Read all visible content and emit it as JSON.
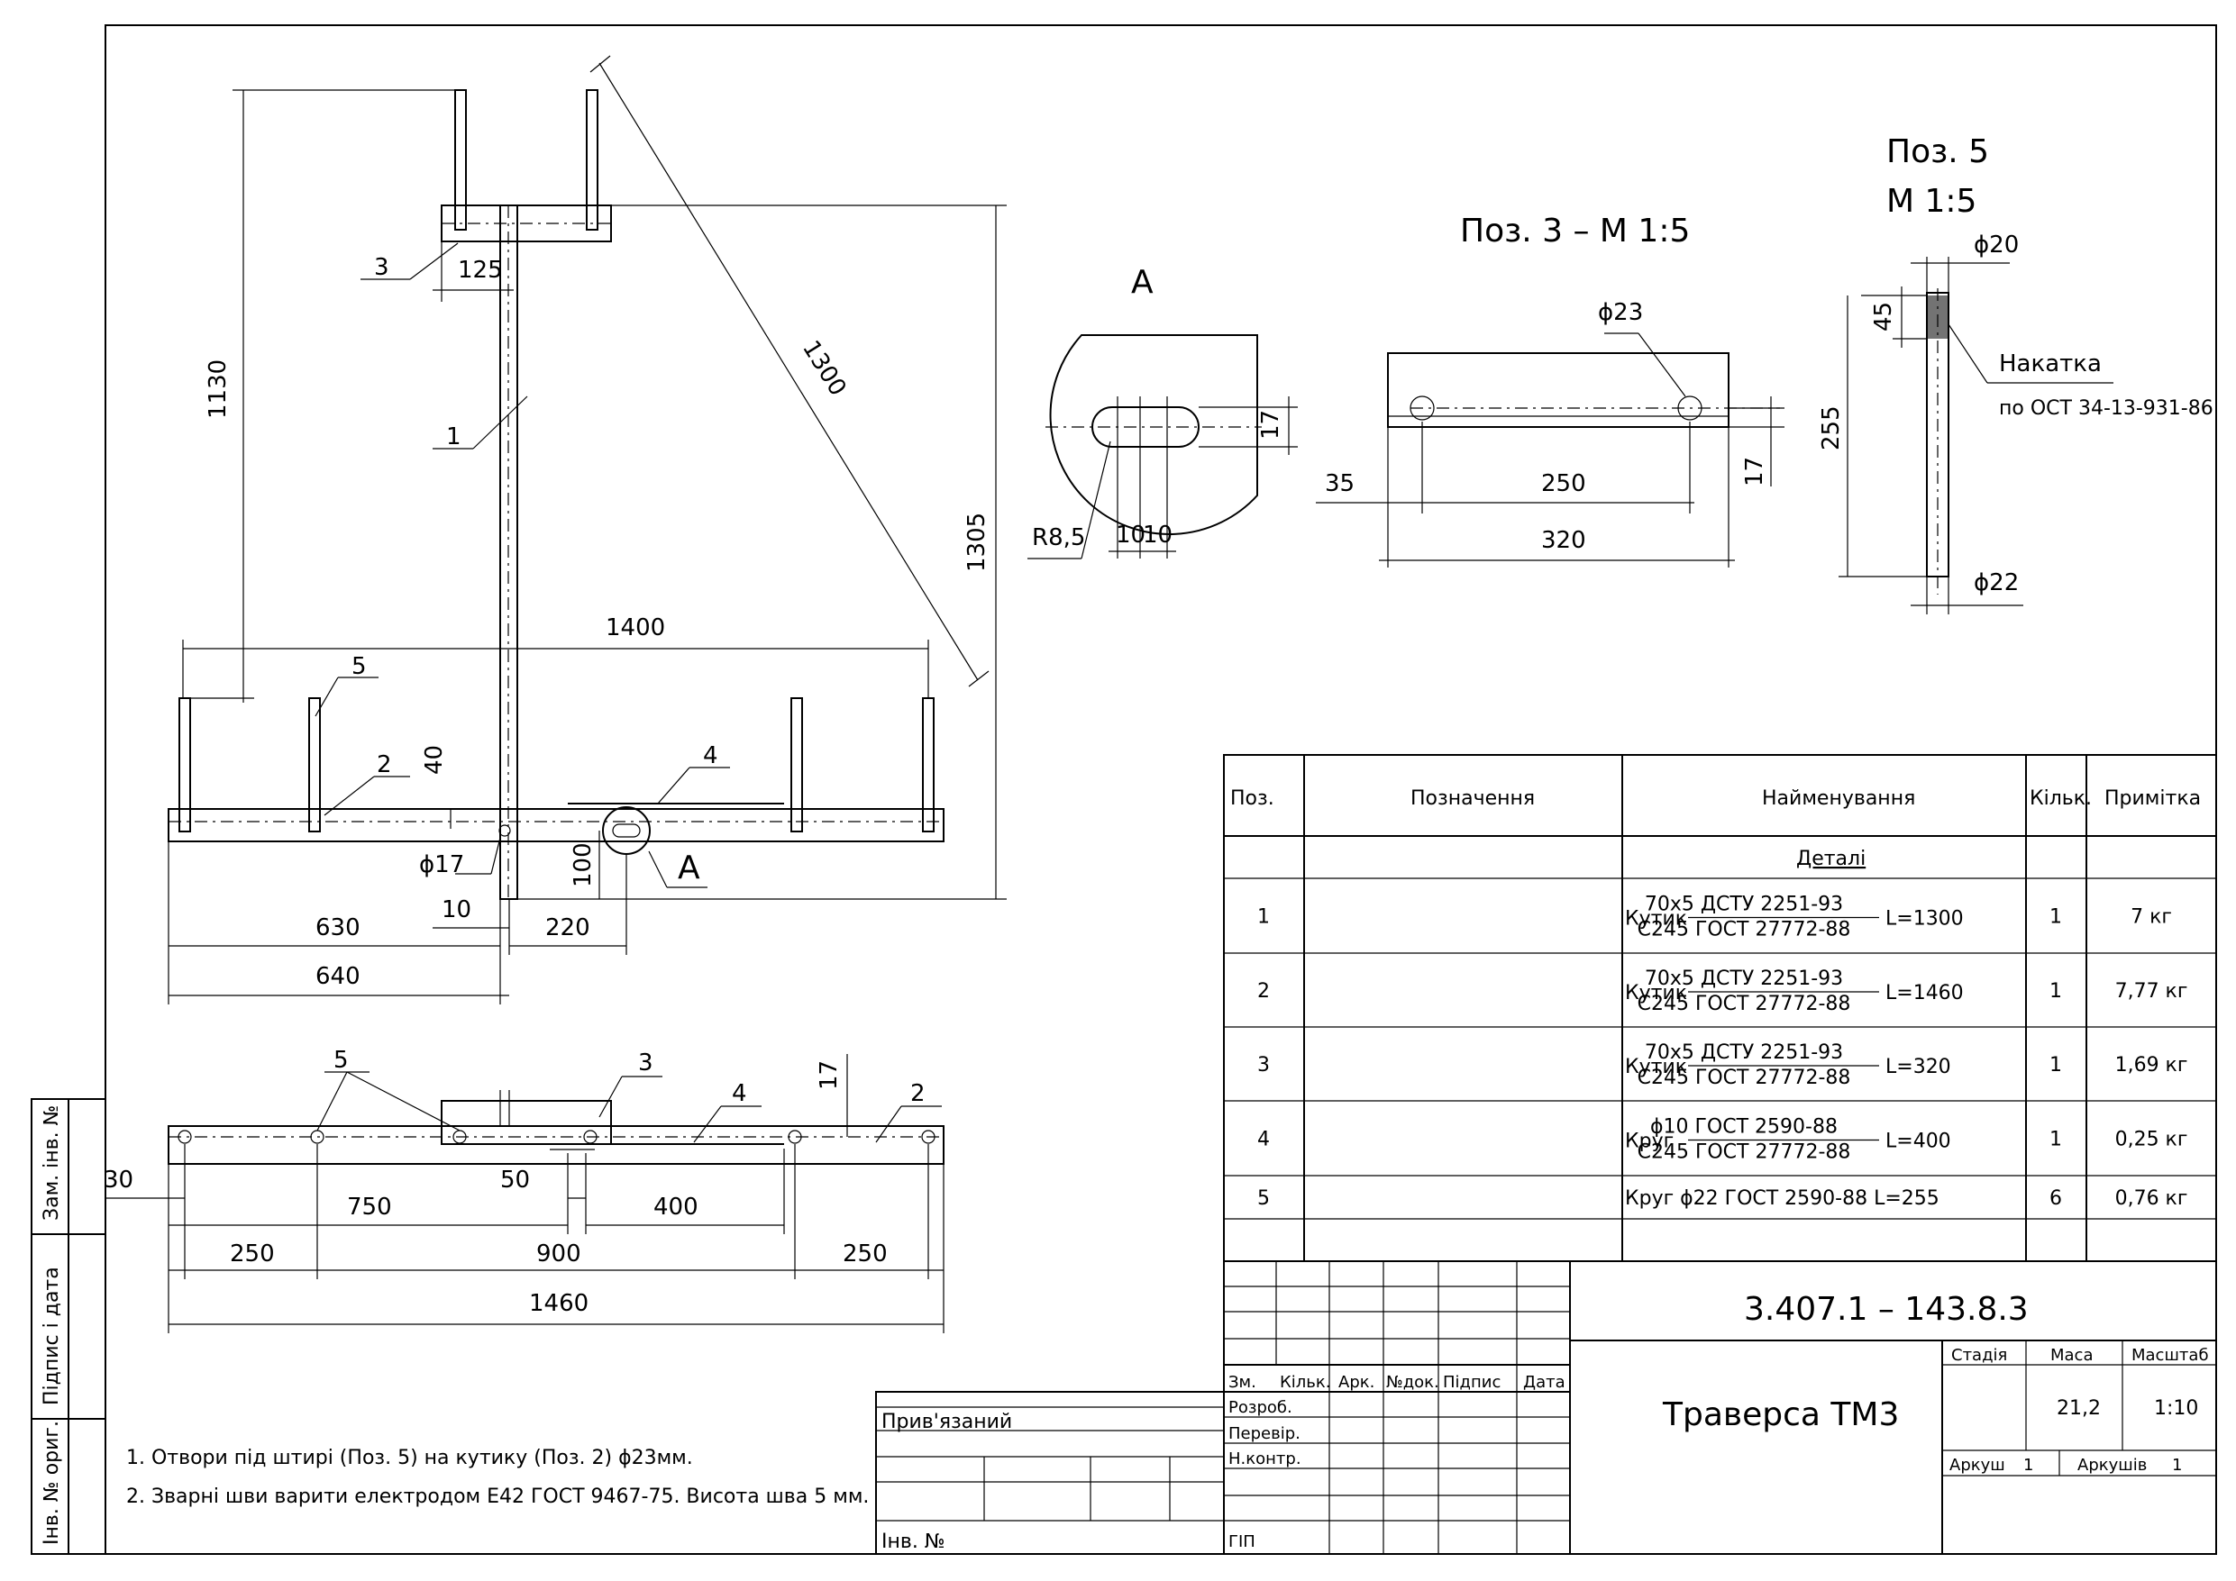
{
  "frame": {
    "side_labels": [
      "Зам. інв. №",
      "Підпис і дата",
      "Інв. № ориг."
    ]
  },
  "main_view": {
    "dims": {
      "d1130": "1130",
      "d1300": "1300",
      "d1305": "1305",
      "d1400": "1400",
      "d125": "125",
      "d40": "40",
      "d17": "ϕ17",
      "d10": "10",
      "d100": "100",
      "d630": "630",
      "d640": "640",
      "d220": "220"
    },
    "pos": {
      "p1": "1",
      "p2": "2",
      "p3": "3",
      "p4": "4",
      "p5": "5",
      "detailA": "А"
    }
  },
  "plan_view": {
    "dims": {
      "d30": "30",
      "d750": "750",
      "d50": "50",
      "d400": "400",
      "d17": "17",
      "d250a": "250",
      "d900": "900",
      "d250b": "250",
      "d1460": "1460"
    },
    "pos": {
      "p5": "5",
      "p3": "3",
      "p4": "4",
      "p2": "2"
    }
  },
  "detail_a": {
    "title": "А",
    "dims": {
      "r": "R8,5",
      "w1": "10",
      "w2": "10",
      "h": "17"
    }
  },
  "pos3": {
    "title": "Поз. 3 – М 1:5",
    "dims": {
      "hole": "ϕ23",
      "d35": "35",
      "d250": "250",
      "d320": "320",
      "d17": "17"
    }
  },
  "pos5": {
    "title1": "Поз. 5",
    "title2": "М 1:5",
    "dims": {
      "d20": "ϕ20",
      "d45": "45",
      "d255": "255",
      "d22": "ϕ22"
    },
    "knurl": "Накатка",
    "knurl_std": "по ОСТ 34-13-931-86"
  },
  "notes": [
    "1. Отвори під штирі (Поз. 5) на кутику (Поз. 2) ϕ23мм.",
    "2. Зварні шви варити електродом Е42 ГОСТ 9467-75. Висота шва 5 мм."
  ],
  "spec_table": {
    "headers": [
      "Поз.",
      "Позначення",
      "Найменування",
      "Кільк.",
      "Примітка"
    ],
    "section": "Деталі",
    "rows": [
      {
        "pos": "1",
        "name": "Кутик",
        "top": "70х5 ДСТУ 2251-93",
        "bottom": "С245 ГОСТ 27772-88",
        "len": "L=1300",
        "qty": "1",
        "note": "7 кг"
      },
      {
        "pos": "2",
        "name": "Кутик",
        "top": "70х5 ДСТУ 2251-93",
        "bottom": "С245 ГОСТ 27772-88",
        "len": "L=1460",
        "qty": "1",
        "note": "7,77 кг"
      },
      {
        "pos": "3",
        "name": "Кутик",
        "top": "70х5 ДСТУ 2251-93",
        "bottom": "С245 ГОСТ 27772-88",
        "len": "L=320",
        "qty": "1",
        "note": "1,69 кг"
      },
      {
        "pos": "4",
        "name": "Круг",
        "top": "ϕ10 ГОСТ 2590-88",
        "bottom": "С245 ГОСТ 27772-88",
        "len": "L=400",
        "qty": "1",
        "note": "0,25 кг"
      },
      {
        "pos": "5",
        "name": "Круг ϕ22 ГОСТ 2590-88 L=255",
        "top": "",
        "bottom": "",
        "len": "",
        "qty": "6",
        "note": "0,76 кг"
      }
    ]
  },
  "title_block": {
    "code": "3.407.1 – 143.8.3",
    "name": "Траверса ТМ3",
    "stage_h": "Стадія",
    "mass_h": "Маса",
    "scale_h": "Масштаб",
    "mass": "21,2",
    "scale": "1:10",
    "sheet": "Аркуш",
    "sheet_no": "1",
    "sheets": "Аркушів",
    "sheets_no": "1",
    "cols": [
      "Зм.",
      "Кільк.",
      "Арк.",
      "№док.",
      "Підпис",
      "Дата"
    ],
    "roles": [
      "Розроб.",
      "Перевір.",
      "Н.контр.",
      "ГІП"
    ],
    "attached": "Прив'язаний",
    "inv": "Інв. №"
  }
}
